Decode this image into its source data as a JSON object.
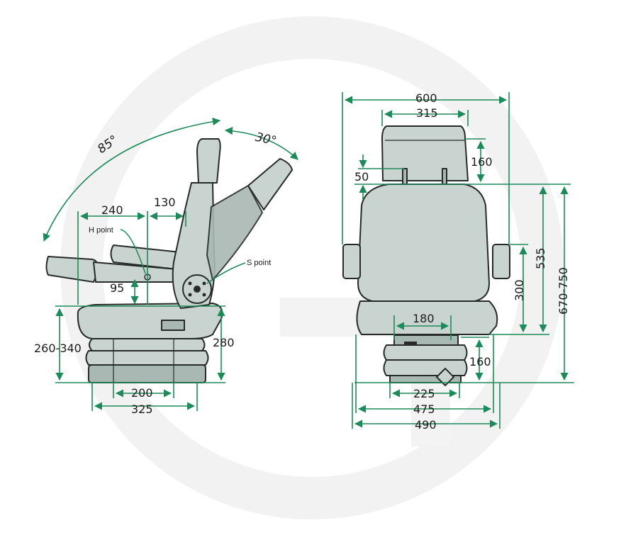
{
  "side_view": {
    "angle_recline": "85°",
    "angle_back": "30°",
    "dim_240": "240",
    "dim_130": "130",
    "label_h_point": "H point",
    "label_s_point": "S point",
    "dim_95": "95",
    "dim_260_340": "260-340",
    "dim_280": "280",
    "dim_200": "200",
    "dim_325": "325"
  },
  "front_view": {
    "dim_600": "600",
    "dim_315": "315",
    "dim_160_top": "160",
    "dim_50": "50",
    "dim_535": "535",
    "dim_670_750": "670-750",
    "dim_300": "300",
    "dim_180": "180",
    "dim_160_bottom": "160",
    "dim_225": "225",
    "dim_475": "475",
    "dim_490": "490"
  },
  "colors": {
    "dimension_line": "#1d8a5a",
    "seat_fill": "#c9d4d0",
    "outline": "#262b2a",
    "watermark": "#f2f2f2"
  }
}
